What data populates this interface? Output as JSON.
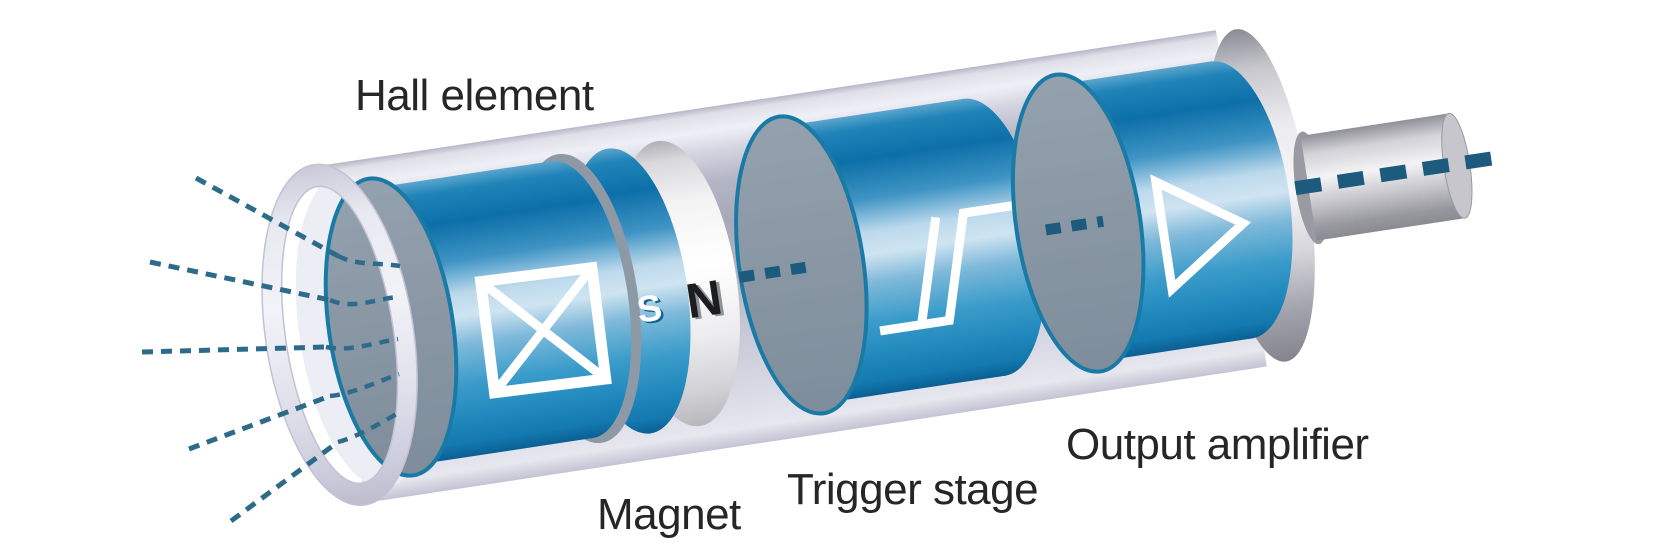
{
  "diagram": {
    "labels": {
      "hall_element": "Hall element",
      "magnet": "Magnet",
      "trigger_stage": "Trigger stage",
      "output_amplifier": "Output amplifier"
    },
    "magnet_poles": {
      "south": "S",
      "north": "N"
    },
    "components": [
      {
        "name": "Hall element",
        "icon": "crossed-square-icon"
      },
      {
        "name": "Magnet",
        "icon": "pole-pair"
      },
      {
        "name": "Trigger stage",
        "icon": "hysteresis-icon"
      },
      {
        "name": "Output amplifier",
        "icon": "amplifier-triangle-icon"
      }
    ],
    "colors": {
      "cylinder_blue_dark": "#0d6fa8",
      "cylinder_blue_highlight": "#cfe4f1",
      "face_gray": "#8796a4",
      "face_rim_teal": "#1a7aa6",
      "housing_gray": "#d9d9e5",
      "magnet_white": "#ffffff",
      "field_line": "#2e6b8b",
      "signal_line": "#1c5a7e",
      "label_text": "#262626"
    }
  }
}
